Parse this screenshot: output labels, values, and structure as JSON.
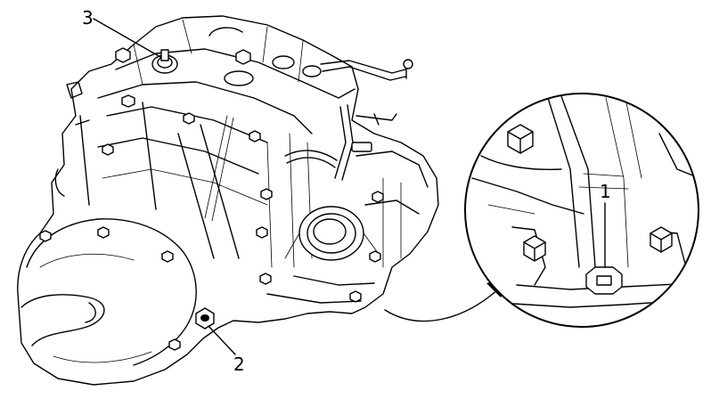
{
  "figure": {
    "callouts": [
      {
        "id": "callout-3",
        "label": "3"
      },
      {
        "id": "callout-2",
        "label": "2"
      },
      {
        "id": "callout-1",
        "label": "1"
      }
    ]
  }
}
